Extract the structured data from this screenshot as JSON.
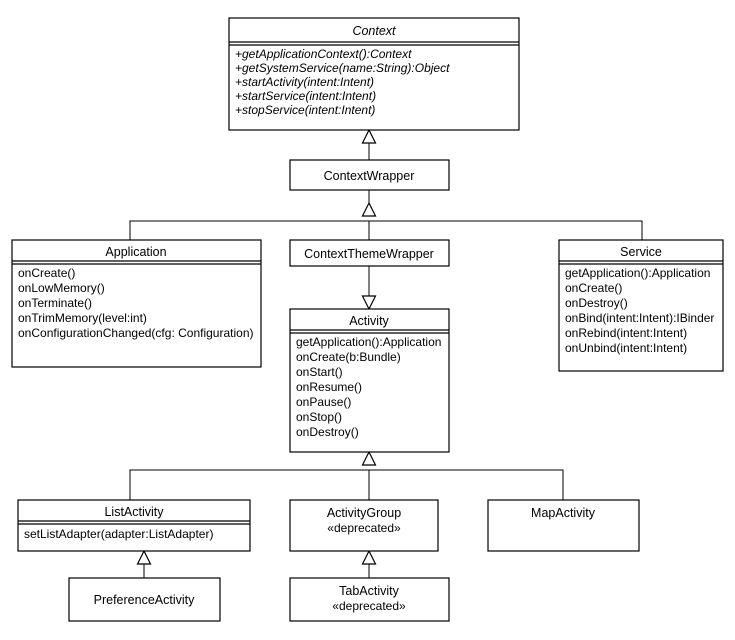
{
  "diagram": {
    "title": "Android Context class hierarchy UML class diagram",
    "notation": "uml-class-diagram",
    "background_color": "#ffffff",
    "line_color": "#000000",
    "classes": {
      "context": {
        "name": "Context",
        "abstract": true,
        "members": [
          "+getApplicationContext():Context",
          "+getSystemService(name:String):Object",
          "+startActivity(intent:Intent)",
          "+startService(intent:Intent)",
          "+stopService(intent:Intent)"
        ]
      },
      "context_wrapper": {
        "name": "ContextWrapper",
        "abstract": false,
        "members": []
      },
      "application": {
        "name": "Application",
        "abstract": false,
        "members": [
          "onCreate()",
          "onLowMemory()",
          "onTerminate()",
          "onTrimMemory(level:int)",
          "onConfigurationChanged(cfg: Configuration)"
        ]
      },
      "context_theme_wrapper": {
        "name": "ContextThemeWrapper",
        "abstract": false,
        "members": []
      },
      "service": {
        "name": "Service",
        "abstract": false,
        "members": [
          "getApplication():Application",
          "onCreate()",
          "onDestroy()",
          "onBind(intent:Intent):IBinder",
          "onRebind(intent:Intent)",
          "onUnbind(intent:Intent)"
        ]
      },
      "activity": {
        "name": "Activity",
        "abstract": false,
        "members": [
          "getApplication():Application",
          "onCreate(b:Bundle)",
          "onStart()",
          "onResume()",
          "onPause()",
          "onStop()",
          "onDestroy()"
        ]
      },
      "list_activity": {
        "name": "ListActivity",
        "abstract": false,
        "members": [
          "setListAdapter(adapter:ListAdapter)"
        ]
      },
      "activity_group": {
        "name": "ActivityGroup",
        "abstract": false,
        "stereotype": "«deprecated»",
        "members": []
      },
      "map_activity": {
        "name": "MapActivity",
        "abstract": false,
        "members": []
      },
      "preference_activity": {
        "name": "PreferenceActivity",
        "abstract": false,
        "members": []
      },
      "tab_activity": {
        "name": "TabActivity",
        "abstract": false,
        "stereotype": "«deprecated»",
        "members": []
      }
    },
    "generalizations": [
      {
        "from": "ContextWrapper",
        "to": "Context"
      },
      {
        "from": "Application",
        "to": "ContextWrapper"
      },
      {
        "from": "ContextThemeWrapper",
        "to": "ContextWrapper"
      },
      {
        "from": "Service",
        "to": "ContextWrapper"
      },
      {
        "from": "Activity",
        "to": "ContextThemeWrapper"
      },
      {
        "from": "ListActivity",
        "to": "Activity"
      },
      {
        "from": "ActivityGroup",
        "to": "Activity"
      },
      {
        "from": "MapActivity",
        "to": "Activity"
      },
      {
        "from": "PreferenceActivity",
        "to": "ListActivity"
      },
      {
        "from": "TabActivity",
        "to": "ActivityGroup"
      }
    ]
  }
}
